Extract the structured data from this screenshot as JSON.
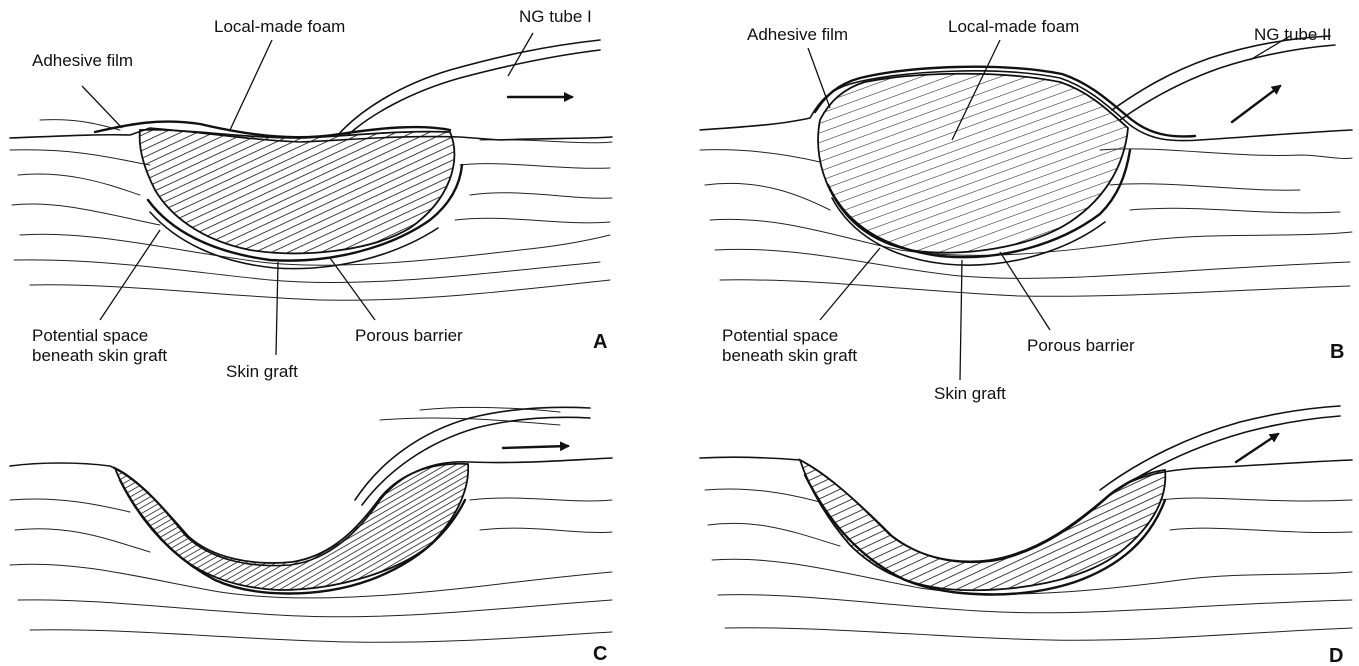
{
  "panels": {
    "A": {
      "letter": "A",
      "labels": {
        "adhesive_film": "Adhesive film",
        "local_made_foam": "Local-made foam",
        "ng_tube": "NG tube I",
        "potential_space_1": "Potential space",
        "potential_space_2": "beneath skin graft",
        "skin_graft": "Skin graft",
        "porous_barrier": "Porous barrier"
      }
    },
    "B": {
      "letter": "B",
      "labels": {
        "adhesive_film": "Adhesive film",
        "local_made_foam": "Local-made foam",
        "ng_tube": "NG tube II",
        "potential_space_1": "Potential space",
        "potential_space_2": "beneath skin graft",
        "skin_graft": "Skin graft",
        "porous_barrier": "Porous barrier"
      }
    },
    "C": {
      "letter": "C"
    },
    "D": {
      "letter": "D"
    }
  },
  "icons": [
    "arrow-icon"
  ]
}
